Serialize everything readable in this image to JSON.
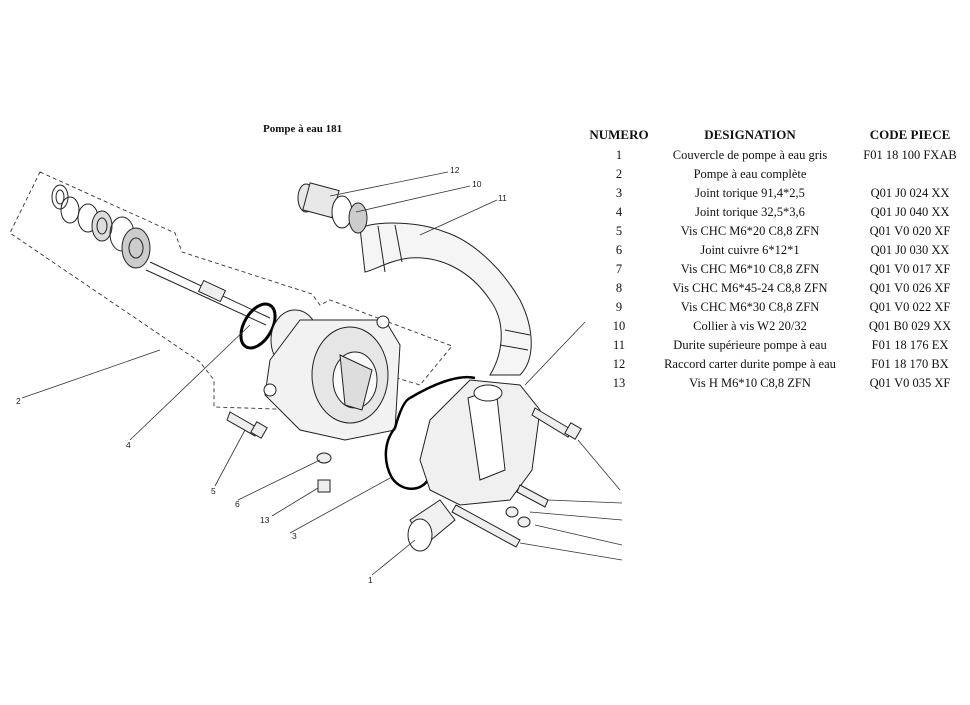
{
  "title": "Pompe à eau 181",
  "table": {
    "headers": [
      "NUMERO",
      "DESIGNATION",
      "CODE PIECE"
    ],
    "rows": [
      {
        "num": "1",
        "designation": "Couvercle de pompe à eau gris",
        "code": "F01 18 100 FXAB"
      },
      {
        "num": "2",
        "designation": "Pompe à eau complète",
        "code": ""
      },
      {
        "num": "3",
        "designation": "Joint torique 91,4*2,5",
        "code": "Q01 J0 024 XX"
      },
      {
        "num": "4",
        "designation": "Joint torique 32,5*3,6",
        "code": "Q01 J0 040 XX"
      },
      {
        "num": "5",
        "designation": "Vis CHC M6*20 C8,8 ZFN",
        "code": "Q01 V0 020 XF"
      },
      {
        "num": "6",
        "designation": "Joint cuivre 6*12*1",
        "code": "Q01 J0 030 XX"
      },
      {
        "num": "7",
        "designation": "Vis CHC M6*10 C8,8 ZFN",
        "code": "Q01 V0 017 XF"
      },
      {
        "num": "8",
        "designation": "Vis CHC M6*45-24 C8,8 ZFN",
        "code": "Q01 V0 026 XF"
      },
      {
        "num": "9",
        "designation": "Vis CHC M6*30 C8,8 ZFN",
        "code": "Q01 V0 022 XF"
      },
      {
        "num": "10",
        "designation": "Collier à vis W2 20/32",
        "code": "Q01 B0 029 XX"
      },
      {
        "num": "11",
        "designation": "Durite supérieure pompe à eau",
        "code": "F01 18 176 EX"
      },
      {
        "num": "12",
        "designation": "Raccord carter durite pompe à eau",
        "code": "F01 18 170 BX"
      },
      {
        "num": "13",
        "designation": "Vis H M6*10 C8,8 ZFN",
        "code": "Q01 V0 035 XF"
      }
    ]
  },
  "callouts": [
    "1",
    "2",
    "3",
    "4",
    "5",
    "6",
    "13",
    "12",
    "10",
    "11"
  ]
}
